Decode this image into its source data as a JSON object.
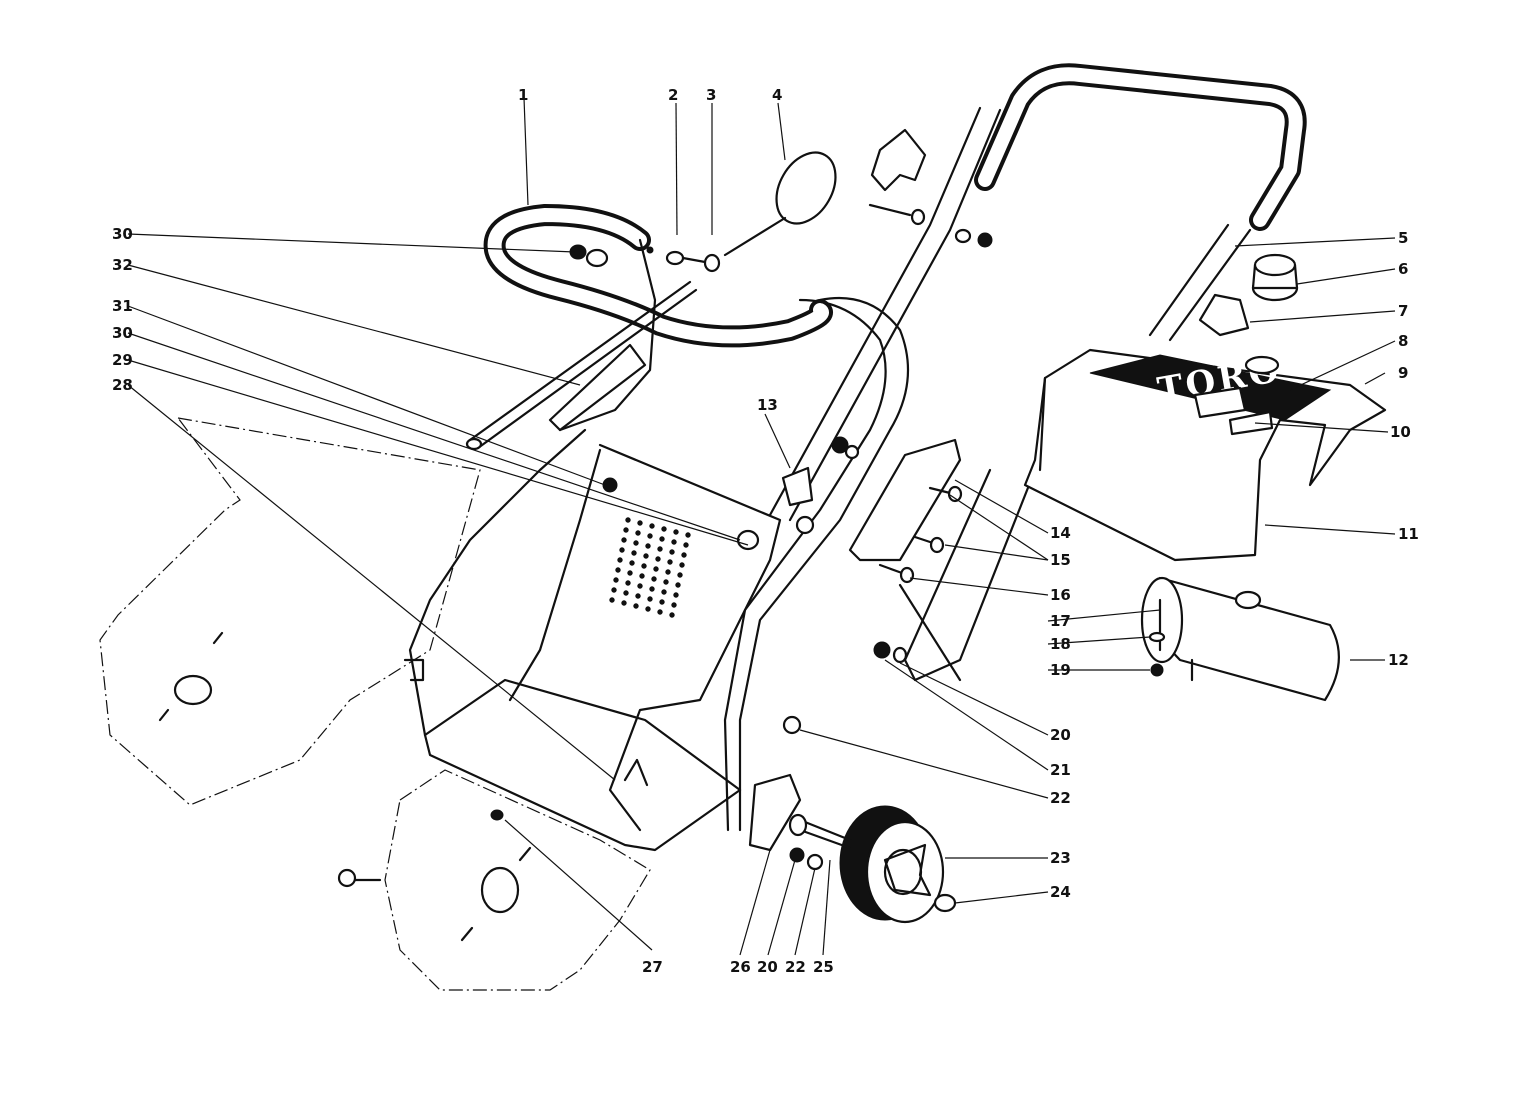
{
  "brand_text": "TORO",
  "callouts": {
    "c1": "1",
    "c2": "2",
    "c3": "3",
    "c4": "4",
    "c5": "5",
    "c6": "6",
    "c7": "7",
    "c8": "8",
    "c9": "9",
    "c10": "10",
    "c11": "11",
    "c12": "12",
    "c13": "13",
    "c14": "14",
    "c15": "15",
    "c16": "16",
    "c17": "17",
    "c18": "18",
    "c19": "19",
    "c20a": "20",
    "c20b": "20",
    "c21": "21",
    "c22a": "22",
    "c22b": "22",
    "c23": "23",
    "c24": "24",
    "c25": "25",
    "c26": "26",
    "c27": "27",
    "c28": "28",
    "c29": "29",
    "c30a": "30",
    "c30b": "30",
    "c31": "31",
    "c32": "32"
  }
}
